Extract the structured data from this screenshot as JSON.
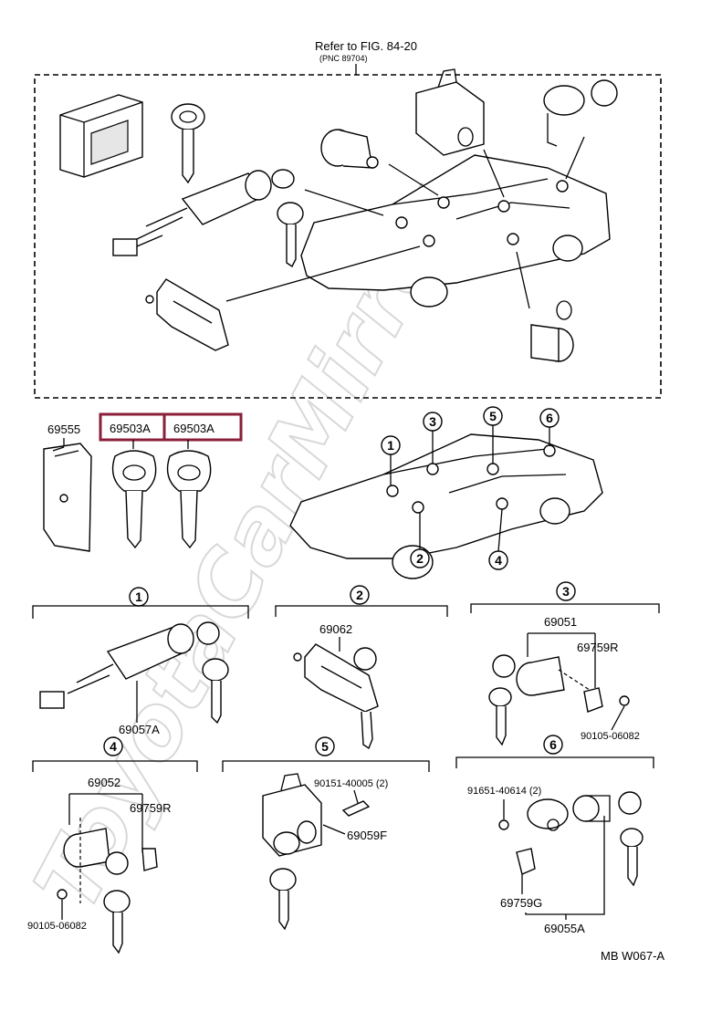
{
  "header": {
    "refer": "Refer to FIG. 84-20",
    "pnc": "(PNC 89704)"
  },
  "watermark": "ToyotaCarMirror",
  "top_parts": {
    "p1": "69555",
    "p2": "69503A",
    "p3": "69503A"
  },
  "car_callouts": [
    "1",
    "2",
    "3",
    "4",
    "5",
    "6"
  ],
  "groups": {
    "g1": {
      "num": "1",
      "parts": [
        "69057A"
      ]
    },
    "g2": {
      "num": "2",
      "parts": [
        "69062"
      ]
    },
    "g3": {
      "num": "3",
      "parts": [
        "69051",
        "69759R",
        "90105-06082"
      ]
    },
    "g4": {
      "num": "4",
      "parts": [
        "69052",
        "69759R",
        "90105-06082"
      ]
    },
    "g5": {
      "num": "5",
      "parts": [
        "90151-40005 (2)",
        "69059F"
      ]
    },
    "g6": {
      "num": "6",
      "parts": [
        "91651-40614 (2)",
        "69759G",
        "69055A"
      ]
    }
  },
  "footer": {
    "code": "MB  W067-A"
  },
  "colors": {
    "highlight": "#8b1e3a",
    "line": "#000000",
    "watermark": "#d8d8d8"
  }
}
